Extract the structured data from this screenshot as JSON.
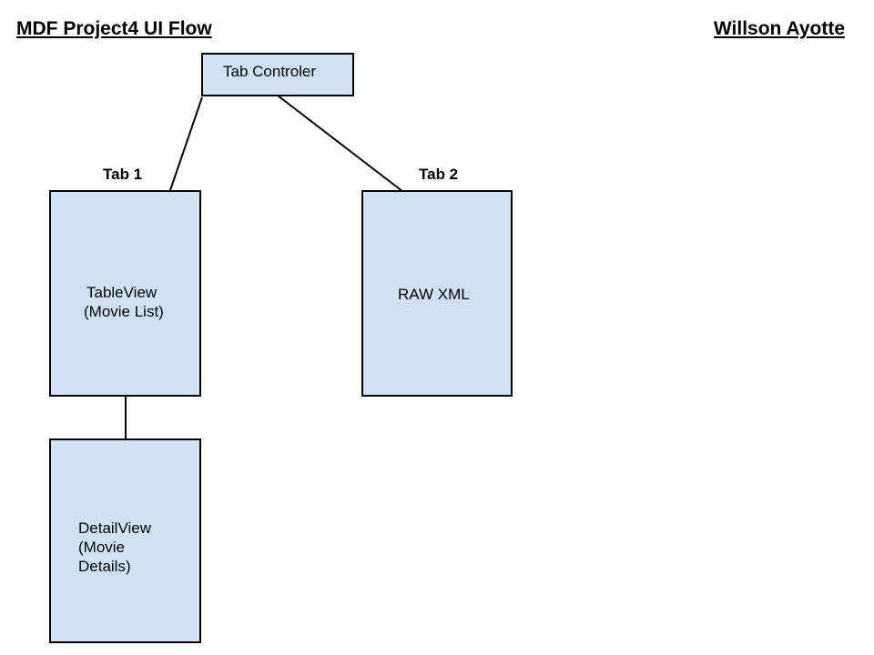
{
  "header": {
    "title": "MDF Project4 UI Flow",
    "author": "Willson Ayotte"
  },
  "diagram": {
    "colors": {
      "box_fill": "#cfe2f3",
      "box_border": "#000000",
      "line": "#000000"
    },
    "nodes": {
      "tab_controller": {
        "label": "Tab Controler"
      },
      "table_view": {
        "line1": "TableView",
        "line2": "(Movie List)"
      },
      "raw_xml": {
        "label": "RAW XML"
      },
      "detail_view": {
        "line1": "DetailView",
        "line2": "(Movie",
        "line3": "Details)"
      }
    },
    "tab_labels": {
      "tab1": "Tab 1",
      "tab2": "Tab 2"
    },
    "connections": [
      {
        "from": "Tab Controler",
        "to": "TableView (Movie List)"
      },
      {
        "from": "Tab Controler",
        "to": "RAW XML"
      },
      {
        "from": "TableView (Movie List)",
        "to": "DetailView (Movie Details)"
      }
    ]
  }
}
